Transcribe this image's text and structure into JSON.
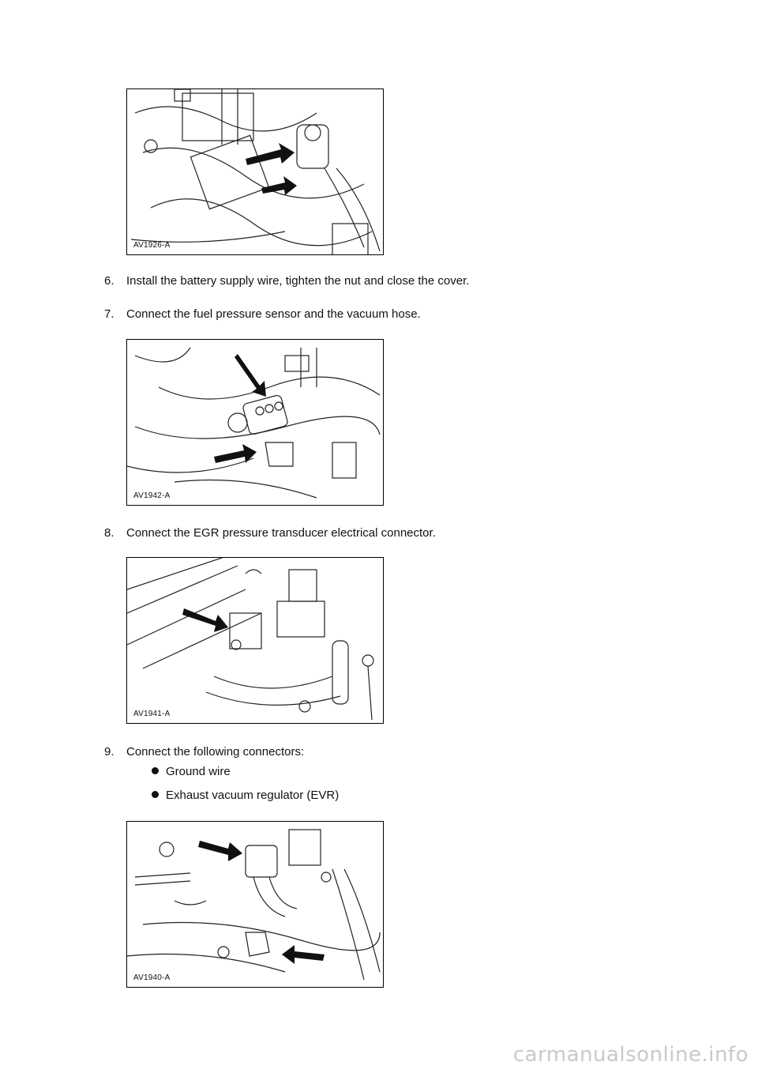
{
  "figures": [
    {
      "label": "AV1926-A"
    },
    {
      "label": "AV1942-A"
    },
    {
      "label": "AV1941-A"
    },
    {
      "label": "AV1940-A"
    }
  ],
  "steps": [
    {
      "num": "6.",
      "text": "Install the battery supply wire, tighten the nut and close the cover."
    },
    {
      "num": "7.",
      "text": "Connect the fuel pressure sensor and the vacuum hose."
    },
    {
      "num": "8.",
      "text": "Connect the EGR pressure transducer electrical connector."
    },
    {
      "num": "9.",
      "text": "Connect the following connectors:"
    }
  ],
  "bullets": [
    {
      "text": "Ground wire"
    },
    {
      "text": "Exhaust vacuum regulator (EVR)"
    }
  ],
  "watermark": "carmanualsonline.info"
}
